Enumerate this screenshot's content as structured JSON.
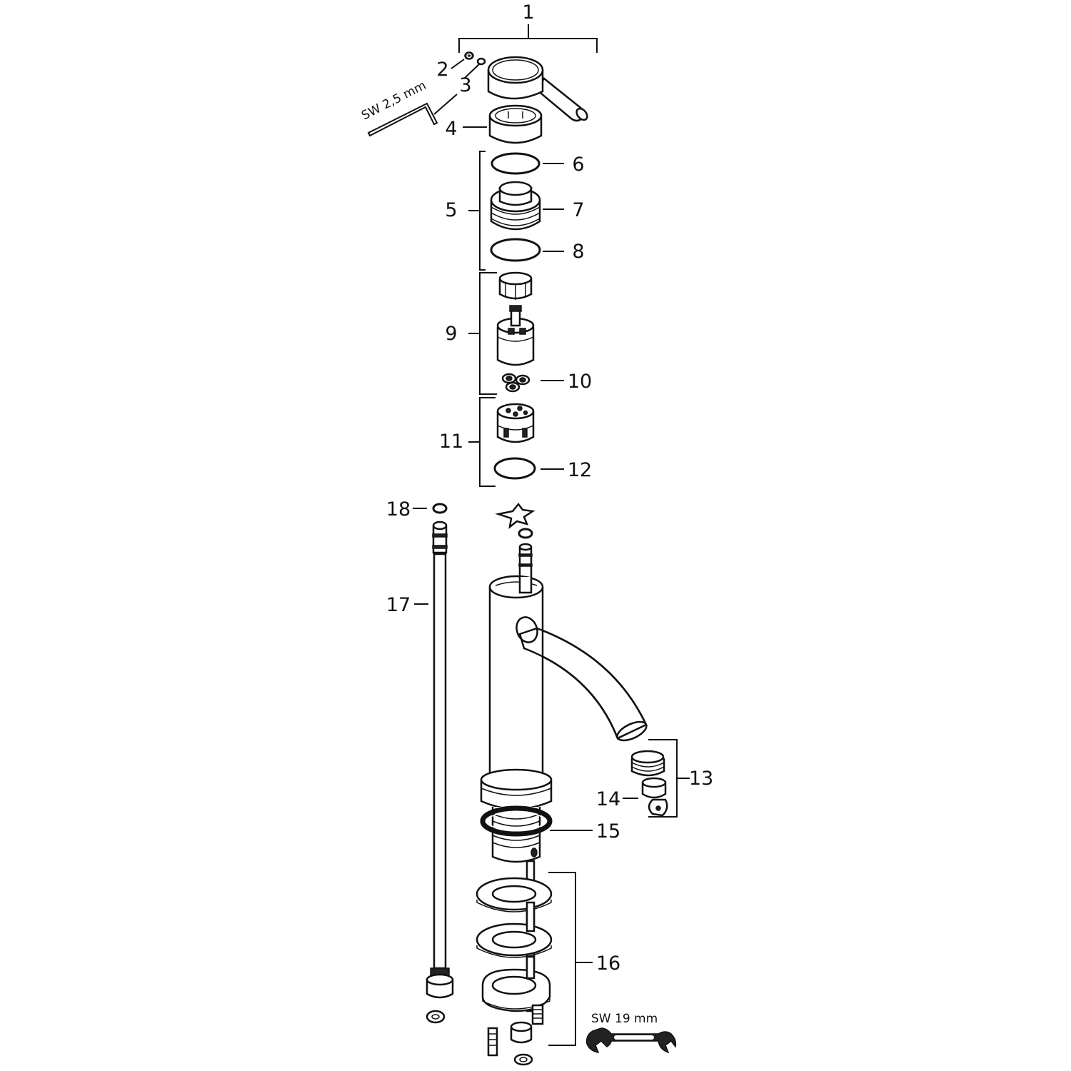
{
  "labels": {
    "p1": "1",
    "p2": "2",
    "p3": "3",
    "p4": "4",
    "p5": "5",
    "p6": "6",
    "p7": "7",
    "p8": "8",
    "p9": "9",
    "p10": "10",
    "p11": "11",
    "p12": "12",
    "p13": "13",
    "p14": "14",
    "p15": "15",
    "p16": "16",
    "p17": "17",
    "p18": "18"
  },
  "tool_labels": {
    "hex_key": "SW 2,5 mm",
    "wrench": "SW 19 mm"
  }
}
